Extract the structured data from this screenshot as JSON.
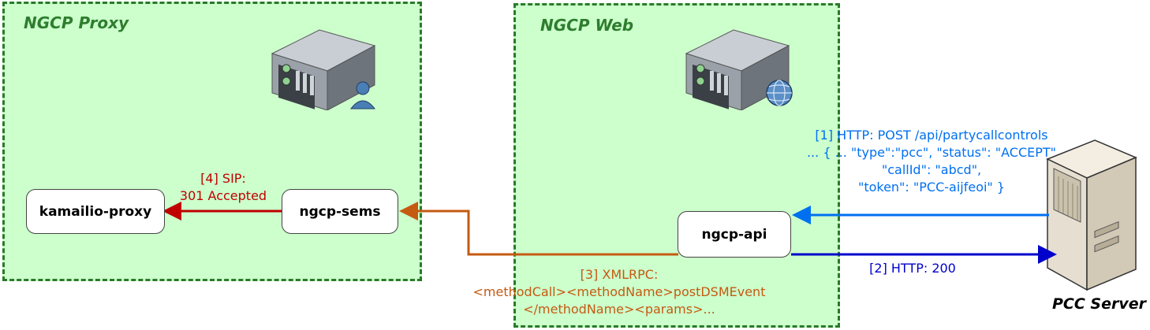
{
  "zones": {
    "proxy": {
      "title": "NGCP Proxy"
    },
    "web": {
      "title": "NGCP Web"
    }
  },
  "nodes": {
    "kamailio": "kamailio-proxy",
    "sems": "ngcp-sems",
    "api": "ngcp-api"
  },
  "labels": {
    "sip": [
      "[4] SIP:",
      "301 Accepted"
    ],
    "xmlrpc": [
      "[3] XMLRPC:",
      "<methodCall><methodName>postDSMEvent",
      "</methodName><params>..."
    ],
    "http_post": [
      "[1] HTTP: POST /api/partycallcontrols",
      "... { ... \"type\":\"pcc\", \"status\": \"ACCEPT\"",
      "\"callId\": \"abcd\",",
      "\"token\": \"PCC-aijfeoi\" }"
    ],
    "http_200": [
      "[2] HTTP: 200"
    ]
  },
  "pcc_server": {
    "caption": "PCC Server"
  },
  "colors": {
    "sip": "#c00000",
    "xmlrpc": "#c55a11",
    "http_post": "#0070f0",
    "http_200": "#0000cc",
    "zone_fill": "#ccffcc",
    "zone_border": "#2a7a2a"
  },
  "icons": [
    "server-user-icon",
    "server-web-icon",
    "pcc-server-icon"
  ]
}
